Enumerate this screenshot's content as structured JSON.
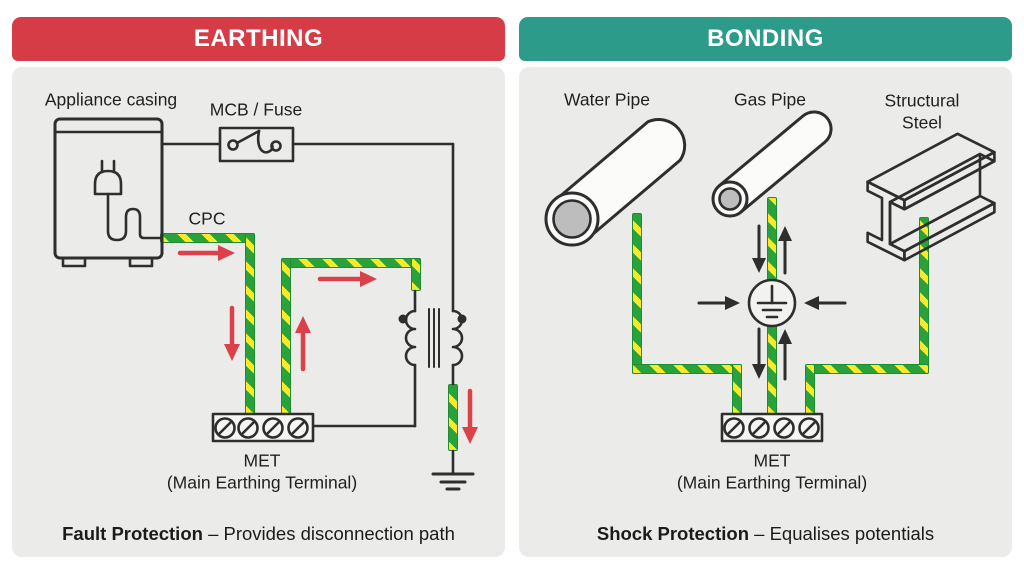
{
  "earthing": {
    "title": "EARTHING",
    "appliance_label": "Appliance casing",
    "mcb_label": "MCB / Fuse",
    "cpc_label": "CPC",
    "met_label": "MET",
    "met_sub_label": "(Main Earthing Terminal)",
    "caption_bold": "Fault Protection",
    "caption_rest": "– Provides disconnection path"
  },
  "bonding": {
    "title": "BONDING",
    "water_pipe_label": "Water Pipe",
    "gas_pipe_label": "Gas Pipe",
    "steel_label": "Structural Steel",
    "met_label": "MET",
    "met_sub_label": "(Main Earthing Terminal)",
    "caption_bold": "Shock Protection",
    "caption_rest": "– Equalises potentials"
  },
  "colors": {
    "earthing_header": "#d63c46",
    "bonding_header": "#2d9b8a",
    "wire_green": "#2aa23c",
    "wire_yellow": "#f8ea28",
    "arrow_red": "#dc4049",
    "diagram_line": "#2e2e2e",
    "panel_background": "#ebebe9",
    "pipe_gray": "#bdbdbd"
  }
}
